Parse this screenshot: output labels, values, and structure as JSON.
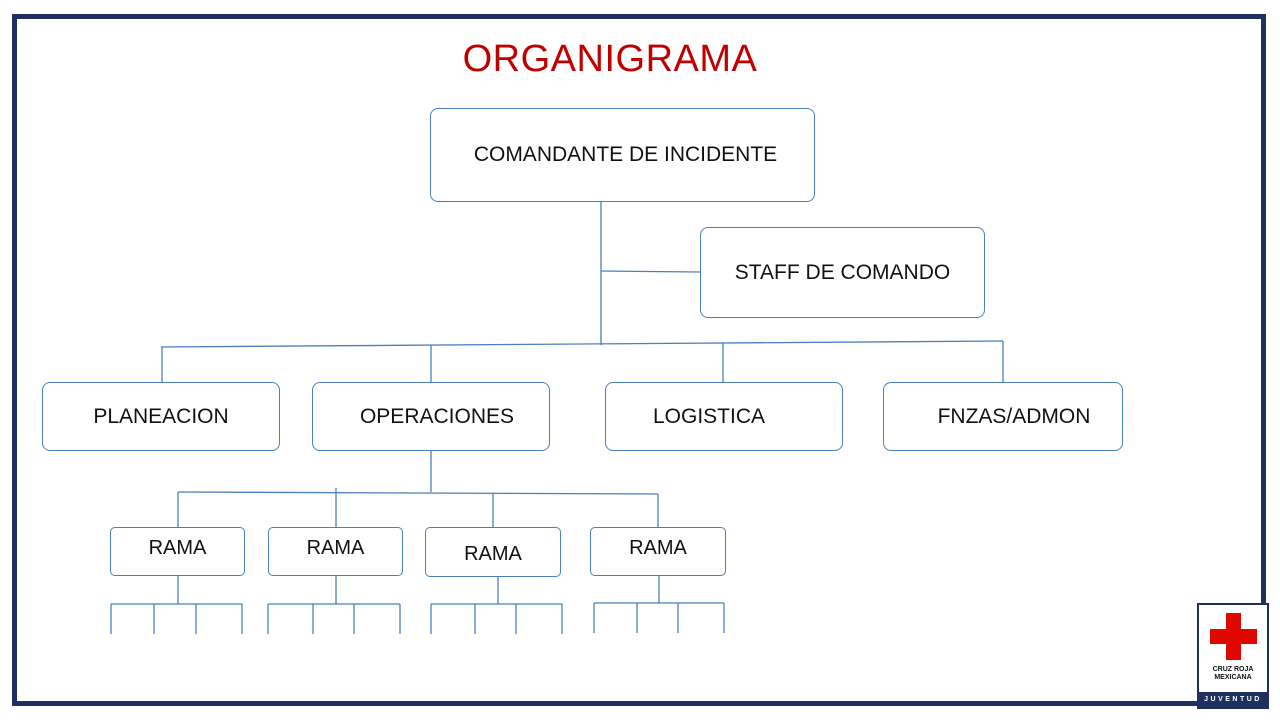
{
  "title": "ORGANIGRAMA",
  "colors": {
    "title": "#c00000",
    "frame": "#1f2f5e",
    "lines": "#4a7fc1",
    "logo_red": "#e10600"
  },
  "nodes": {
    "commander": "COMANDANTE DE INCIDENTE",
    "staff": "STAFF DE COMANDO",
    "sections": [
      "PLANEACION",
      "OPERACIONES",
      "LOGISTICA",
      "FNZAS/ADMON"
    ],
    "branches": [
      "RAMA",
      "RAMA",
      "RAMA",
      "RAMA"
    ]
  },
  "logo": {
    "line1": "CRUZ ROJA",
    "line2": "MEXICANA",
    "band": "JUVENTUD",
    "icon": "red-cross-icon"
  }
}
